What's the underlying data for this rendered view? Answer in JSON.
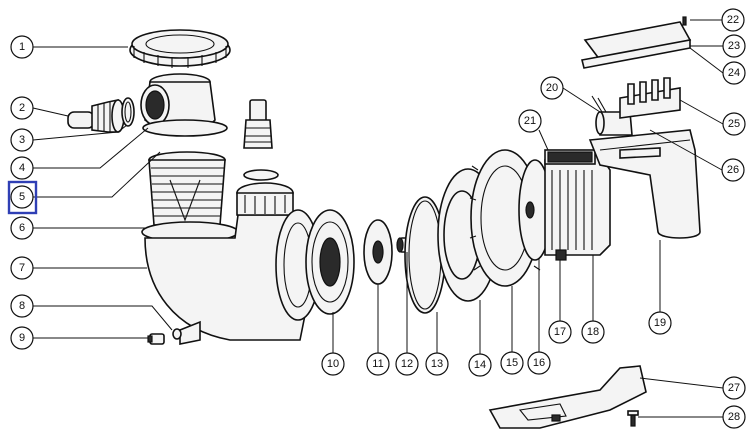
{
  "diagram": {
    "callouts": [
      {
        "label": "1"
      },
      {
        "label": "2"
      },
      {
        "label": "3"
      },
      {
        "label": "4"
      },
      {
        "label": "5"
      },
      {
        "label": "6"
      },
      {
        "label": "7"
      },
      {
        "label": "8"
      },
      {
        "label": "9"
      },
      {
        "label": "10"
      },
      {
        "label": "11"
      },
      {
        "label": "12"
      },
      {
        "label": "13"
      },
      {
        "label": "14"
      },
      {
        "label": "15"
      },
      {
        "label": "16"
      },
      {
        "label": "17"
      },
      {
        "label": "18"
      },
      {
        "label": "19"
      },
      {
        "label": "20"
      },
      {
        "label": "21"
      },
      {
        "label": "22"
      },
      {
        "label": "23"
      },
      {
        "label": "24"
      },
      {
        "label": "25"
      },
      {
        "label": "26"
      },
      {
        "label": "27"
      },
      {
        "label": "28"
      }
    ],
    "highlighted_label": "5",
    "highlight_color": "#2f3fb5"
  }
}
